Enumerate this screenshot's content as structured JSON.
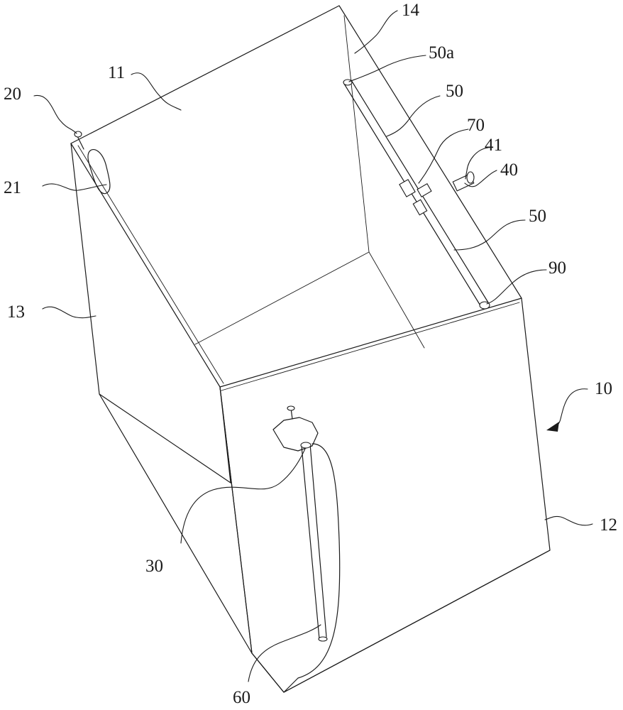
{
  "figure": {
    "labels": {
      "l10": "10",
      "l11": "11",
      "l12": "12",
      "l13": "13",
      "l14": "14",
      "l20": "20",
      "l21": "21",
      "l30": "30",
      "l40": "40",
      "l41": "41",
      "l50a": "50a",
      "l50_upper": "50",
      "l50_lower": "50",
      "l60": "60",
      "l70": "70",
      "l90": "90"
    }
  }
}
